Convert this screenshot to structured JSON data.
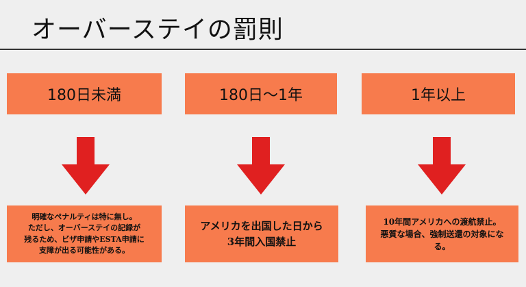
{
  "title": "オーバーステイの罰則",
  "colors": {
    "box": "#f77b4d",
    "arrow": "#e02020"
  },
  "columns": [
    {
      "heading": "180日未満",
      "lines": [
        "明確なペナルティは特に無し。",
        "ただし、オーバーステイの記録が",
        "残るため、ビザ申請やESTA申請に",
        "支障が出る可能性がある。"
      ]
    },
    {
      "heading": "180日〜1年",
      "lines": [
        "アメリカを出国した日から",
        "3年間入国禁止"
      ]
    },
    {
      "heading": "1年以上",
      "lines": [
        "10年間アメリカへの渡航禁止。",
        "悪質な場合、強制送還の対象にな",
        "る。"
      ]
    }
  ]
}
